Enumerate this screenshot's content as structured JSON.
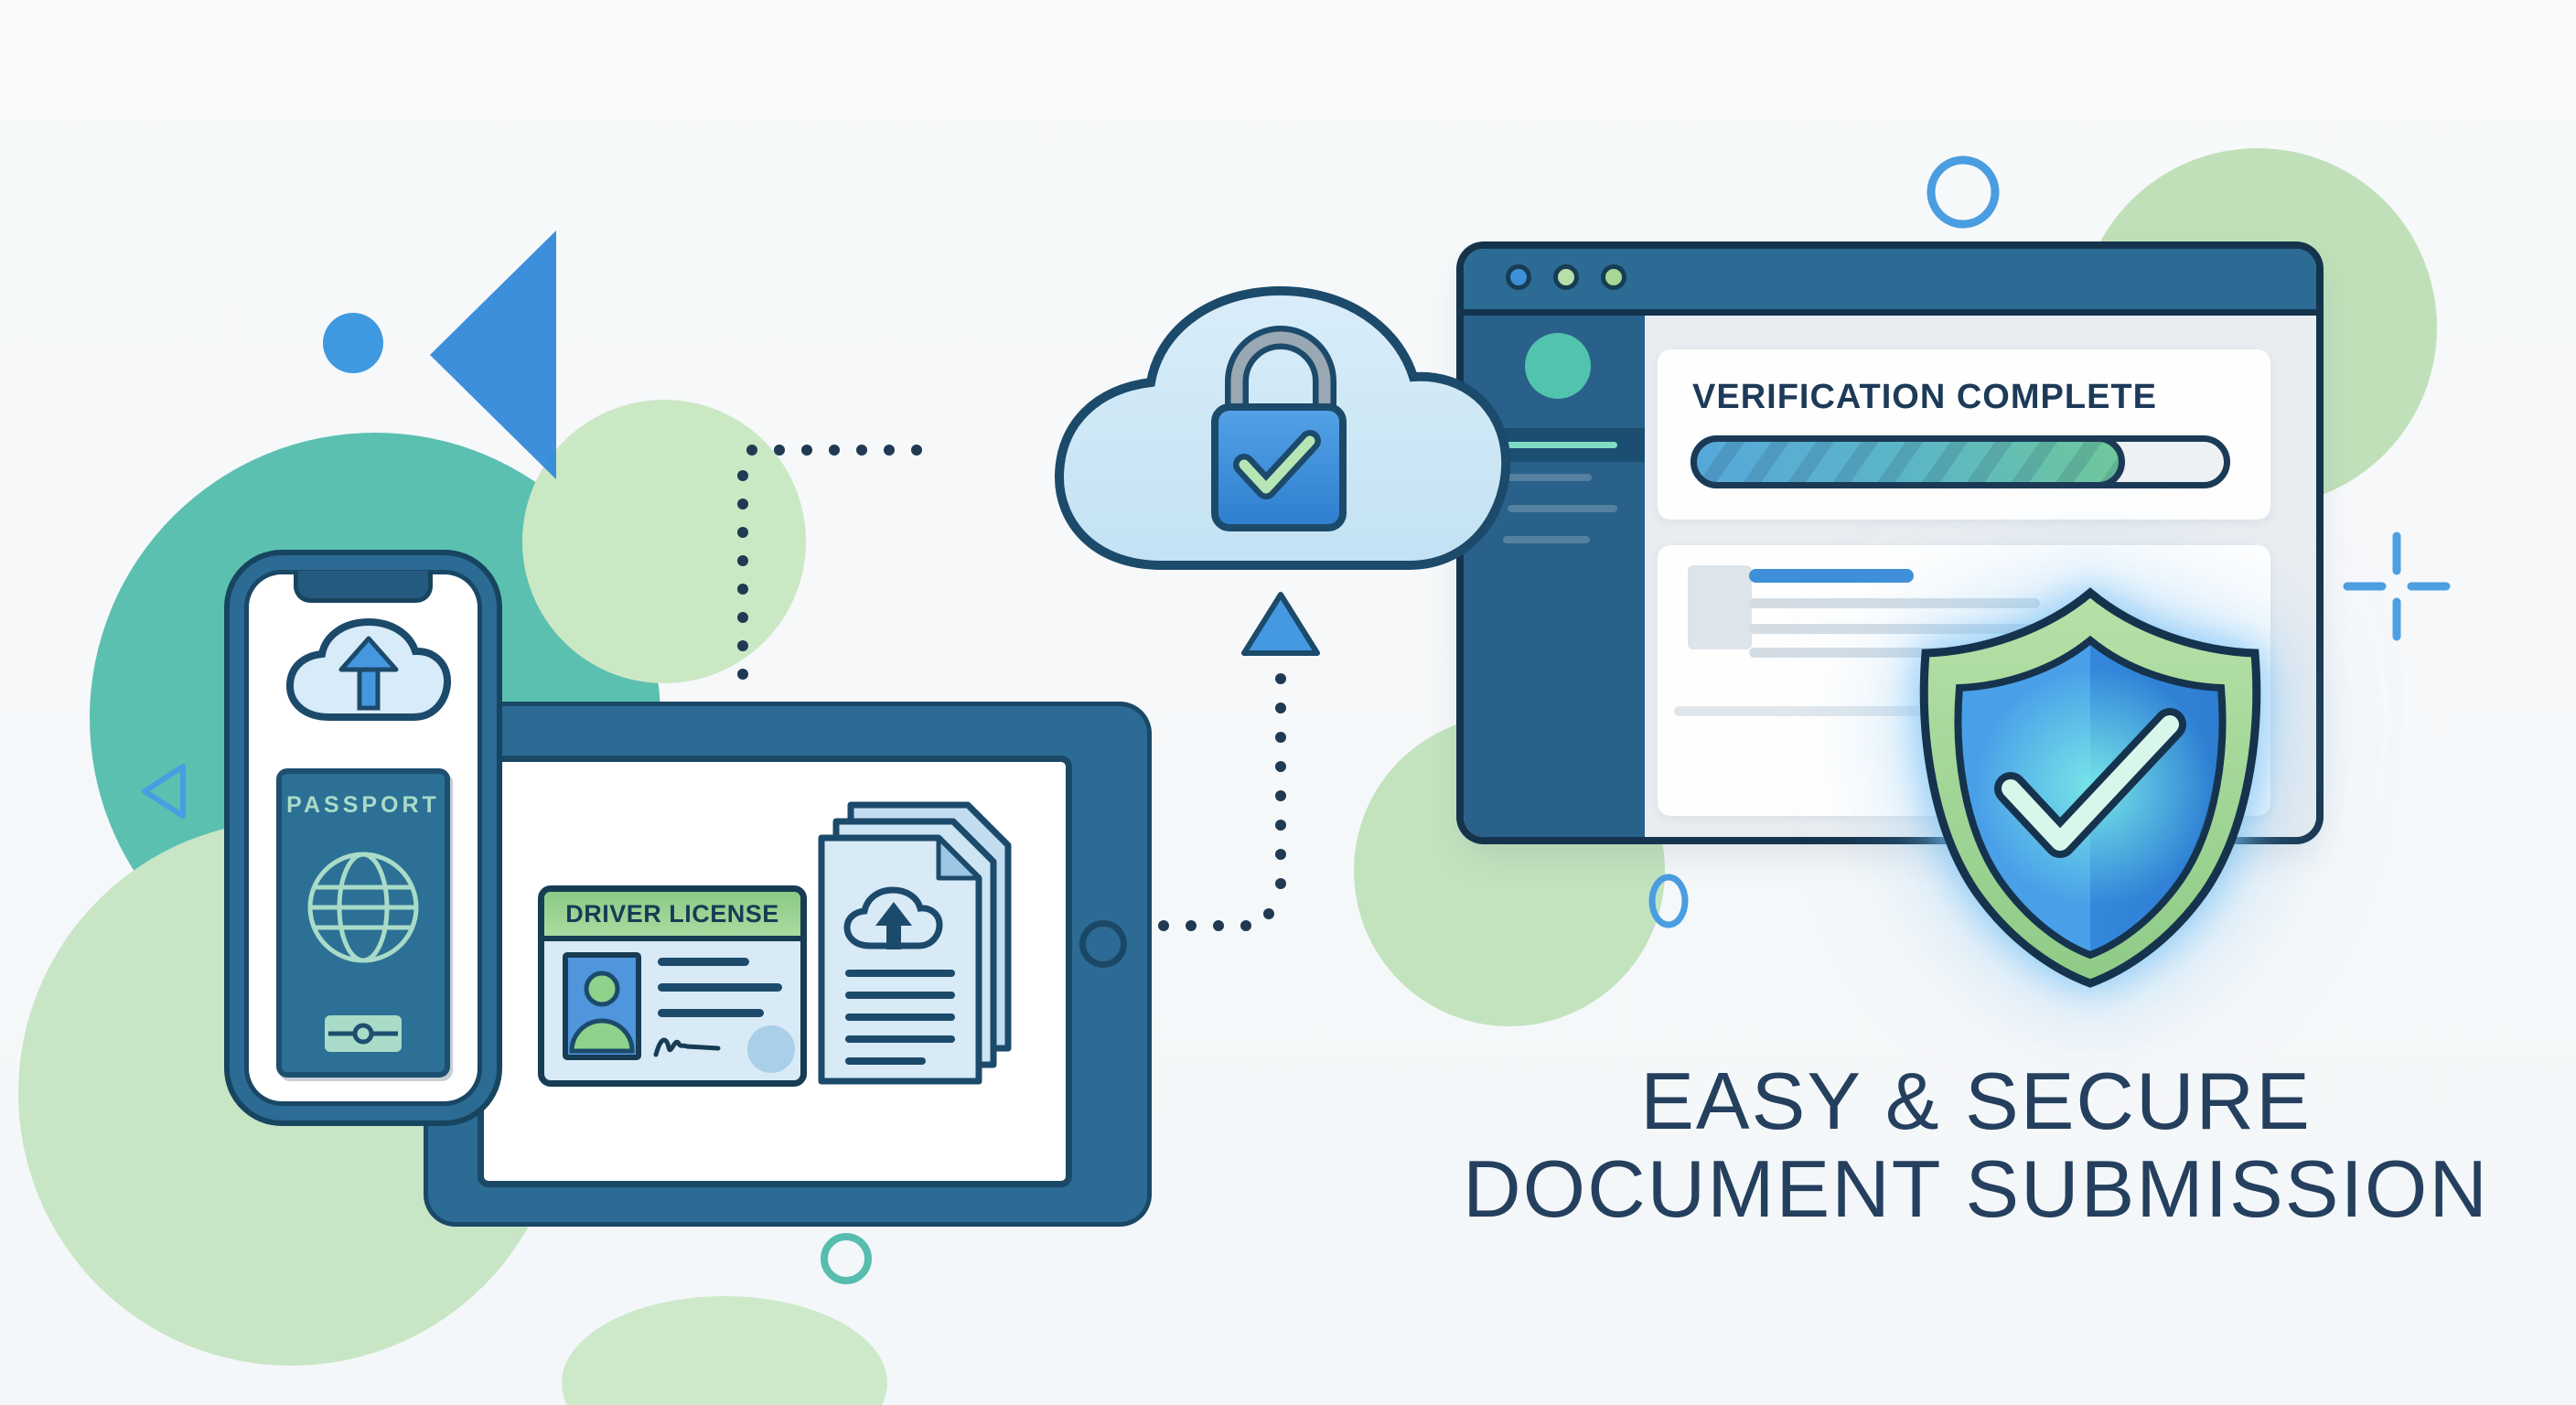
{
  "caption": {
    "line1": "EASY & SECURE",
    "line2": "DOCUMENT SUBMISSION"
  },
  "phone": {
    "passport_label": "PASSPORT"
  },
  "tablet": {
    "license_label": "DRIVER LICENSE"
  },
  "browser": {
    "heading": "VERIFICATION COMPLETE",
    "progress_percent": 80,
    "progress_style": "width:80%"
  },
  "icons": {
    "cloud_upload": "cloud with up arrow",
    "lock": "padlock with checkmark",
    "shield_check": "shield with checkmark",
    "globe": "passport globe emblem",
    "chip": "passport biometric chip",
    "home_button": "tablet home circle",
    "window_controls": "three traffic-light dots",
    "crosshair": "plus crosshair sparkle"
  },
  "colors": {
    "navy_outline": "#1b4866",
    "frame_blue": "#2b6b94",
    "accent_blue": "#3d8fd8",
    "accent_teal": "#52c3ad",
    "teal_blob": "#5cc0b1",
    "pale_green_blob": "#c8e6c6",
    "license_green": "#8bca86",
    "shield_green": "#9ed295",
    "shield_blue": "#3a8fdf",
    "progress_blue": "#57a8da",
    "progress_green": "#6fc89b",
    "caption_navy": "#25405e"
  }
}
